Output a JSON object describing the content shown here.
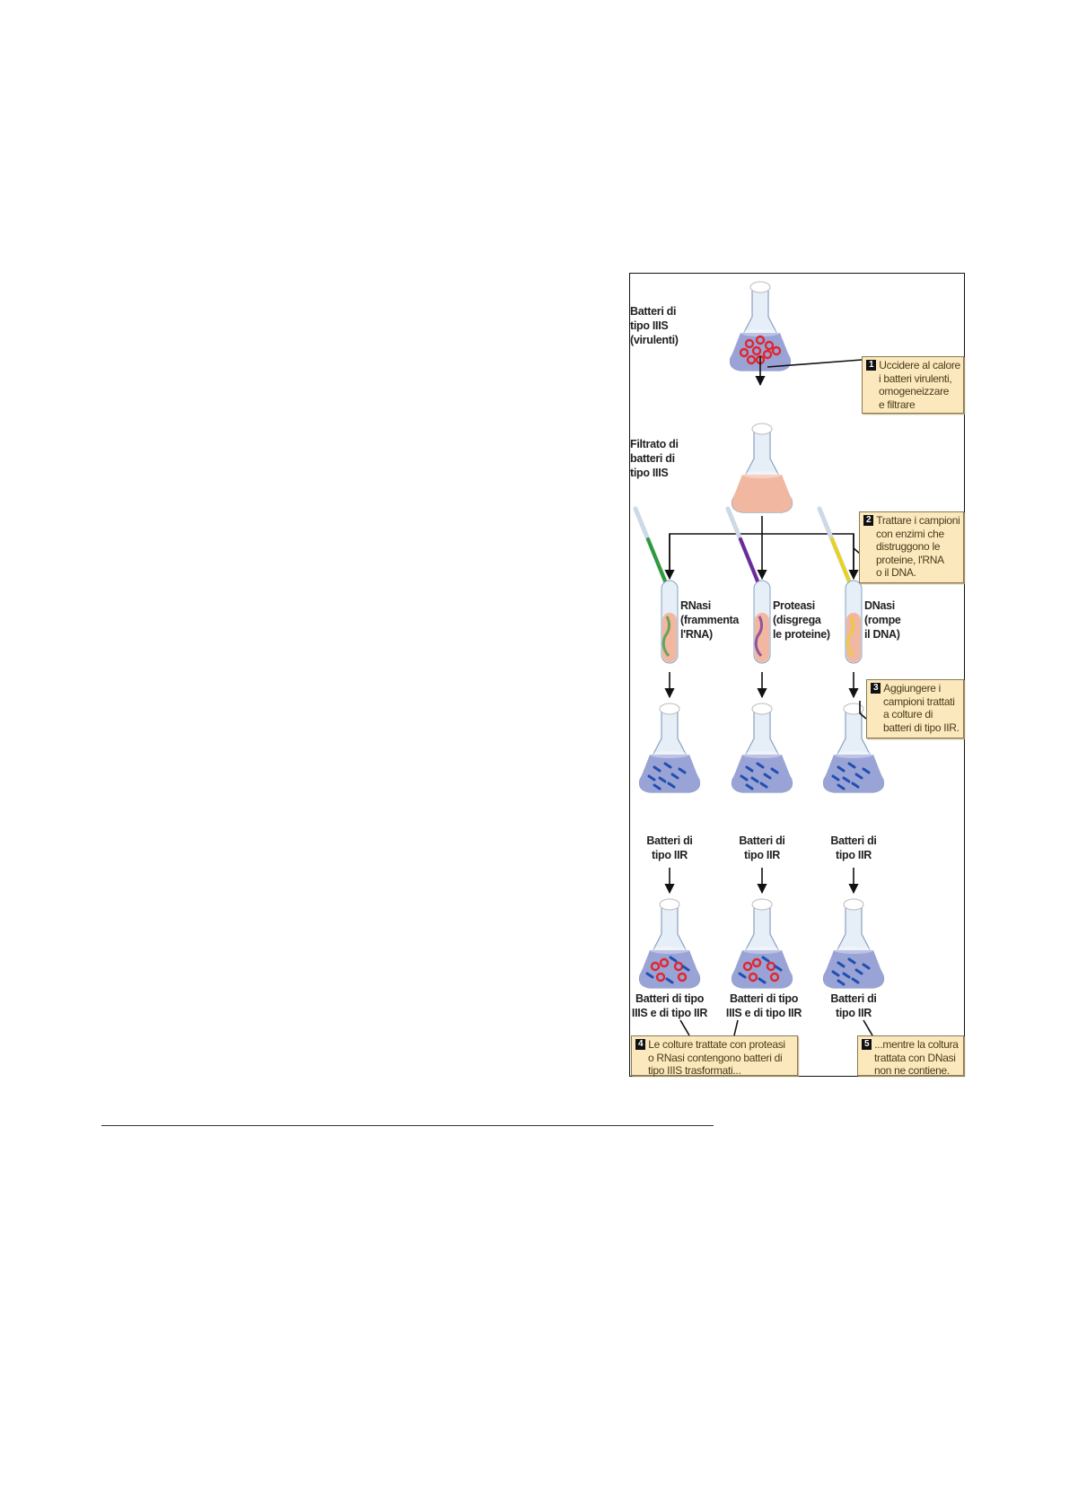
{
  "figure": {
    "top_flask_label": [
      "Batteri di",
      "tipo IIIS",
      "(virulenti)"
    ],
    "filtrate_label": [
      "Filtrato di",
      "batteri di",
      "tipo IIIS"
    ],
    "enzymes": [
      {
        "lines": [
          "RNasi",
          "(frammenta",
          "l'RNA)"
        ],
        "color": "#2e9a3a"
      },
      {
        "lines": [
          "Proteasi",
          "(disgrega",
          "le proteine)"
        ],
        "color": "#6a2a9a"
      },
      {
        "lines": [
          "DNasi",
          "(rompe",
          "il DNA)"
        ],
        "color": "#e8d21e"
      }
    ],
    "iir_labels": [
      [
        "Batteri di",
        "tipo IIR"
      ],
      [
        "Batteri di",
        "tipo IIR"
      ],
      [
        "Batteri di",
        "tipo IIR"
      ]
    ],
    "result_labels": [
      [
        "Batteri di tipo",
        "IIIS e di tipo IIR"
      ],
      [
        "Batteri di tipo",
        "IIIS e di tipo IIR"
      ],
      [
        "Batteri di",
        "tipo IIR"
      ]
    ],
    "steps": [
      {
        "num": "1",
        "lines": [
          "Uccidere al calore",
          "i batteri virulenti,",
          "omogeneizzare",
          "e filtrare"
        ]
      },
      {
        "num": "2",
        "lines": [
          "Trattare i campioni",
          "con enzimi che",
          "distruggono le",
          "proteine, l'RNA",
          "o il DNA."
        ]
      },
      {
        "num": "3",
        "lines": [
          "Aggiungere i",
          "campioni trattati",
          "a colture di",
          "batteri di tipo IIR."
        ]
      },
      {
        "num": "4",
        "lines": [
          "Le colture trattate con proteasi",
          "o RNasi contengono batteri di",
          "tipo IIIS trasformati..."
        ]
      },
      {
        "num": "5",
        "lines": [
          "...mentre la coltura",
          "trattata con DNasi",
          "non ne contiene."
        ]
      }
    ],
    "colors": {
      "culture": "#9aa3d6",
      "filtrate": "#f2b7a0",
      "callout": "#fbe9bd",
      "virulent": "#e0262c",
      "rough": "#1f4fb0"
    }
  }
}
